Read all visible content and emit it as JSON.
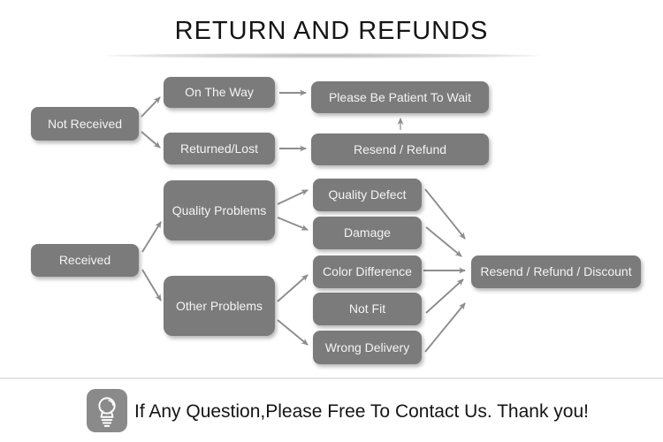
{
  "title": "RETURN AND REFUNDS",
  "colors": {
    "box_fill": "#7b7b7b",
    "box_text": "#f4f4f4",
    "arrow": "#8d8d8d",
    "title_text": "#151515",
    "background": "#ffffff"
  },
  "flowchart": {
    "nodes": {
      "not_received": {
        "label": "Not Received"
      },
      "on_the_way": {
        "label": "On The Way"
      },
      "please_wait": {
        "label": "Please Be Patient To Wait"
      },
      "returned_lost": {
        "label": "Returned/Lost"
      },
      "resend_refund": {
        "label": "Resend / Refund"
      },
      "received": {
        "label": "Received"
      },
      "quality_problems": {
        "label": "Quality Problems"
      },
      "other_problems": {
        "label": "Other Problems"
      },
      "quality_defect": {
        "label": "Quality Defect"
      },
      "damage": {
        "label": "Damage"
      },
      "color_difference": {
        "label": "Color Difference"
      },
      "not_fit": {
        "label": "Not Fit"
      },
      "wrong_delivery": {
        "label": "Wrong Delivery"
      },
      "resend_refund_discount": {
        "label": "Resend / Refund / Discount"
      }
    },
    "edges": [
      {
        "from": "not_received",
        "to": "on_the_way"
      },
      {
        "from": "not_received",
        "to": "returned_lost"
      },
      {
        "from": "on_the_way",
        "to": "please_wait"
      },
      {
        "from": "returned_lost",
        "to": "resend_refund"
      },
      {
        "from": "resend_refund",
        "to": "please_wait"
      },
      {
        "from": "received",
        "to": "quality_problems"
      },
      {
        "from": "received",
        "to": "other_problems"
      },
      {
        "from": "quality_problems",
        "to": "quality_defect"
      },
      {
        "from": "quality_problems",
        "to": "damage"
      },
      {
        "from": "other_problems",
        "to": "color_difference"
      },
      {
        "from": "other_problems",
        "to": "wrong_delivery"
      },
      {
        "from": "quality_defect",
        "to": "resend_refund_discount"
      },
      {
        "from": "damage",
        "to": "resend_refund_discount"
      },
      {
        "from": "color_difference",
        "to": "resend_refund_discount"
      },
      {
        "from": "not_fit",
        "to": "resend_refund_discount"
      },
      {
        "from": "wrong_delivery",
        "to": "resend_refund_discount"
      }
    ]
  },
  "footer": {
    "icon": "light-bulb-icon",
    "text": "If Any Question,Please Free To Contact Us. Thank you!"
  }
}
